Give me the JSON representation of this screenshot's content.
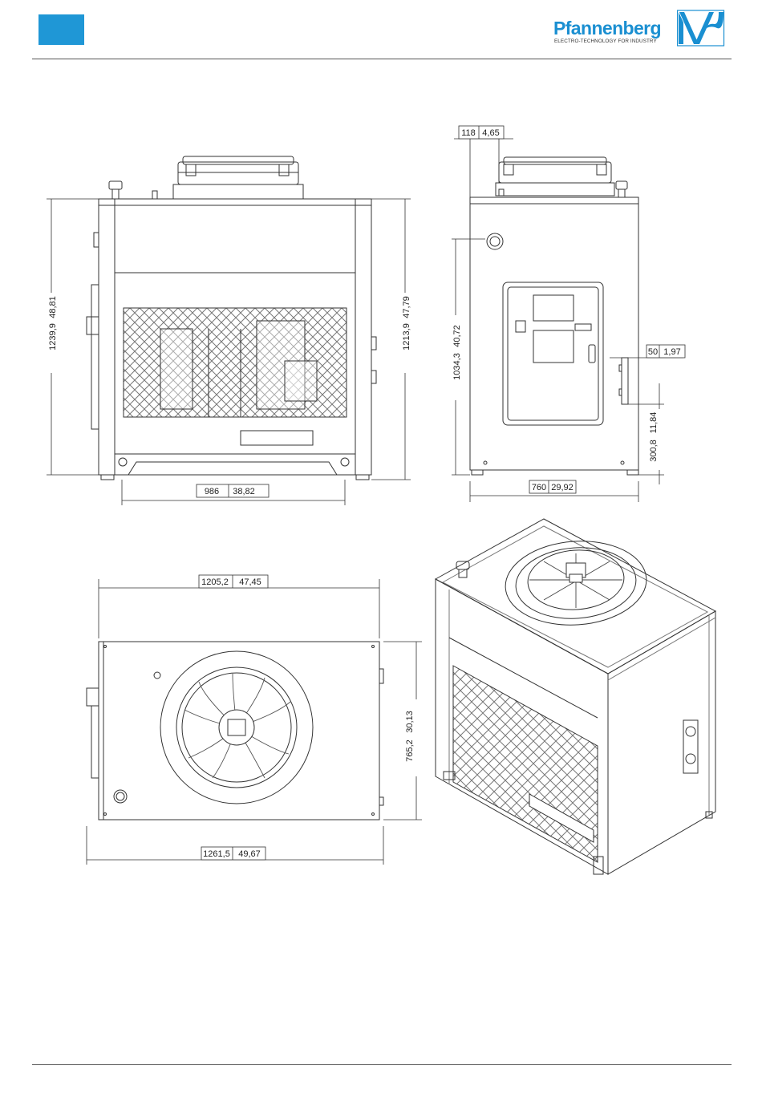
{
  "header": {
    "logo_name": "Pfannenberg",
    "logo_tagline": "ELECTRO-TECHNOLOGY FOR INDUSTRY",
    "brand_color": "#1f97d6"
  },
  "front_view": {
    "height_overall": "1239,9",
    "height_overall_in": "48,81",
    "height_body": "1213,9",
    "height_body_in": "47,79",
    "width_feet": "986",
    "width_feet_in": "38,82"
  },
  "side_view": {
    "fan_offset": "118",
    "fan_offset_in": "4,65",
    "gauge_height": "1034,3",
    "gauge_height_in": "40,72",
    "handle_depth": "50",
    "handle_depth_in": "1,97",
    "port_height": "300,8",
    "port_height_in": "11,84",
    "depth": "760",
    "depth_in": "29,92"
  },
  "top_view": {
    "width_body": "1205,2",
    "width_body_in": "47,45",
    "depth": "765,2",
    "depth_in": "30,13",
    "width_overall": "1261,5",
    "width_overall_in": "49,67"
  }
}
